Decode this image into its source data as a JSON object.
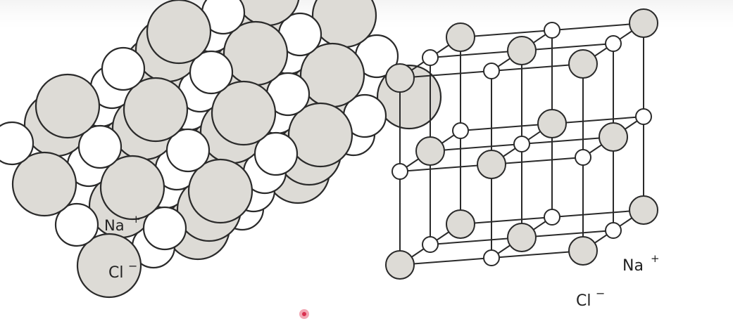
{
  "colors": {
    "cl_fill": "#dddbd6",
    "na_fill": "#ffffff",
    "stroke": "#2a2a2a",
    "background": "#ffffff",
    "cursor": "#d9304f"
  },
  "space_filling_model": {
    "na_label": "Na",
    "na_charge": "+",
    "cl_label": "Cl",
    "cl_charge": "−"
  },
  "lattice_model": {
    "na_label": "Na",
    "na_charge": "+",
    "cl_label": "Cl",
    "cl_charge": "−"
  }
}
